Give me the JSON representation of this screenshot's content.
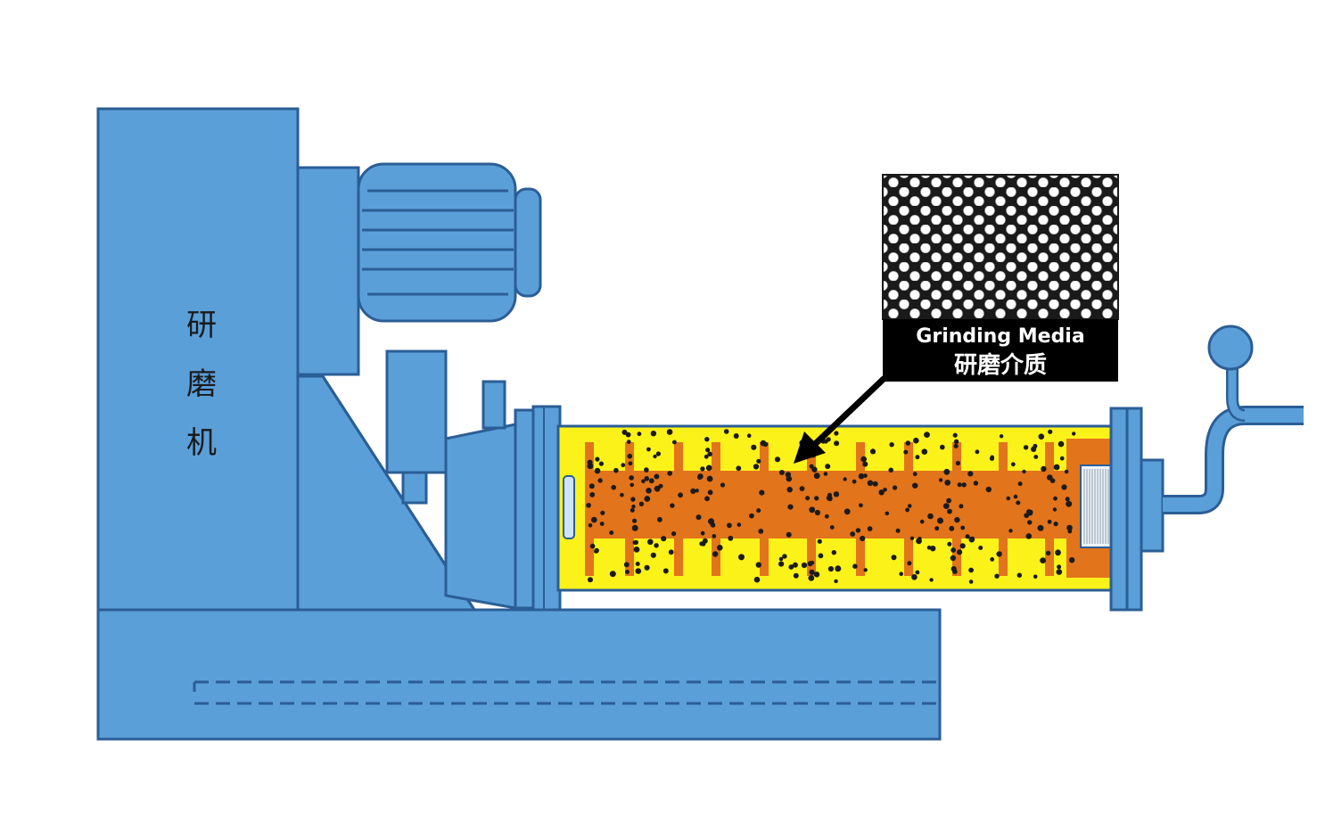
{
  "machine": {
    "label_chars": [
      "研",
      "磨",
      "机"
    ]
  },
  "callout": {
    "title_en": "Grinding Media",
    "title_zh": "研磨介质"
  },
  "colors": {
    "machine_blue": "#5b9fd9",
    "outline": "#2b5e96",
    "chamber_yellow": "#fbf21a",
    "rotor_orange": "#e2741c",
    "media_dot": "#1b1b1b",
    "callout_bg": "#000000",
    "background": "#ffffff"
  },
  "icons": [
    "grinding-media-swatch-icon",
    "callout-arrow-icon",
    "motor-icon",
    "outlet-pipe-icon"
  ]
}
